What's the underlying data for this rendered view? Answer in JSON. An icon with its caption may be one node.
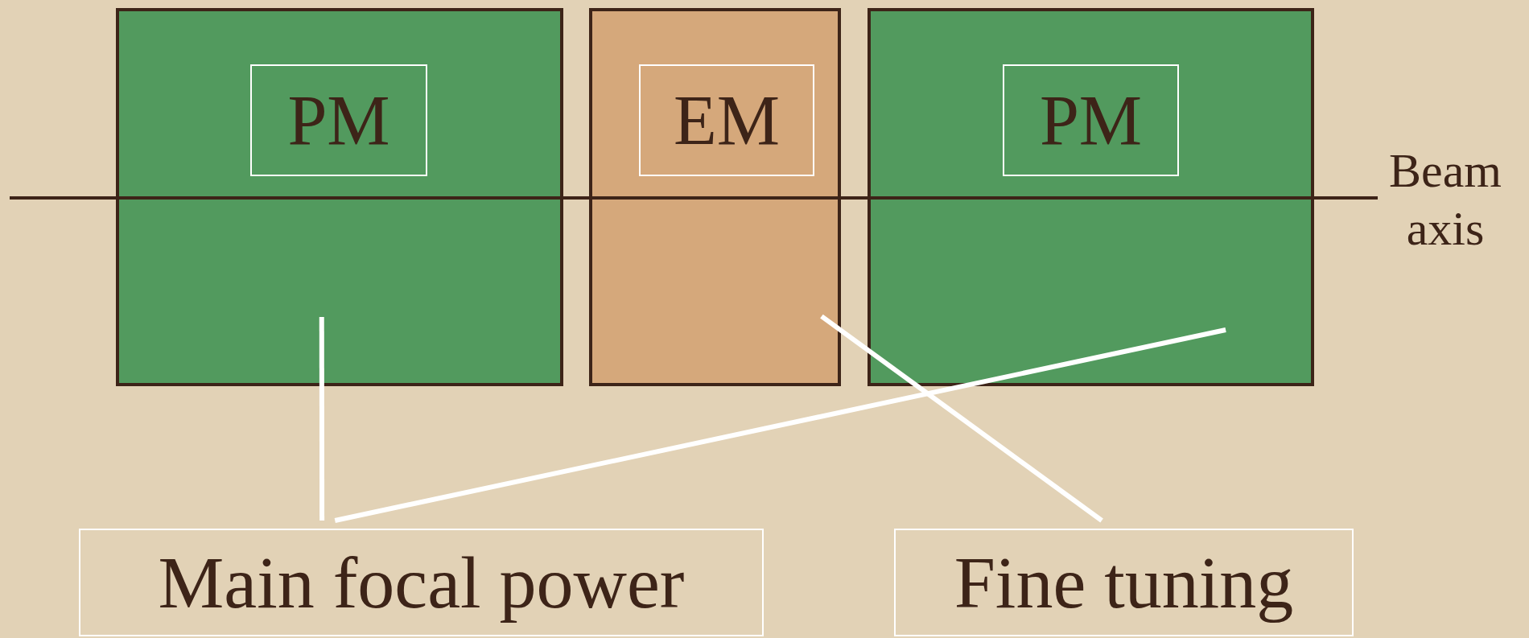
{
  "diagram": {
    "nodes": [
      {
        "text": [],
        "shape": "box"
      },
      {
        "text": [
          "PM"
        ],
        "in": 0
      },
      {
        "text": [],
        "shape": "box"
      },
      {
        "text": [
          "EM"
        ],
        "in": 2
      },
      {
        "text": [],
        "shape": "box"
      },
      {
        "text": [
          "PM"
        ],
        "in": 4
      },
      {
        "text": [
          "Main focal power"
        ]
      },
      {
        "text": [
          "Fine tuning"
        ]
      }
    ],
    "edges": [
      {
        "from": 6,
        "to": 0,
        "arrow": "none"
      },
      {
        "from": 6,
        "to": 4,
        "arrow": "none"
      },
      {
        "from": 7,
        "to": 2,
        "arrow": "none"
      }
    ],
    "labels": [
      "Beam axis"
    ]
  }
}
